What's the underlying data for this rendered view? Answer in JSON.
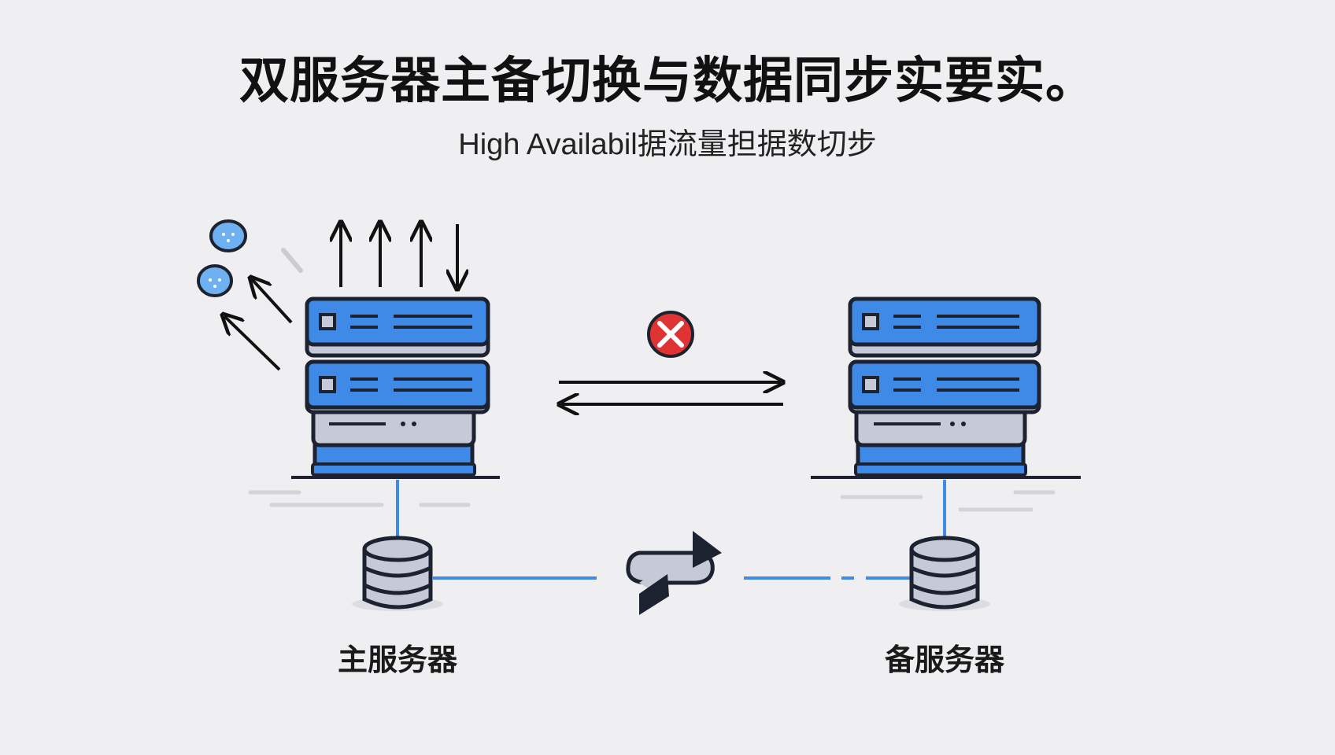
{
  "title": "双服务器主备切换与数据同步实要实。",
  "subtitle": "High Availabil据流量担据数切步",
  "primary_server": {
    "label": "主服务器",
    "status_icon": "error-x-icon"
  },
  "backup_server": {
    "label": "备服务器"
  },
  "colors": {
    "server_blue": "#3f8ae6",
    "server_gray": "#c5cad6",
    "outline": "#1c2230",
    "link_blue": "#3f8ae6",
    "error_red": "#e03333",
    "background": "#efeff2"
  }
}
